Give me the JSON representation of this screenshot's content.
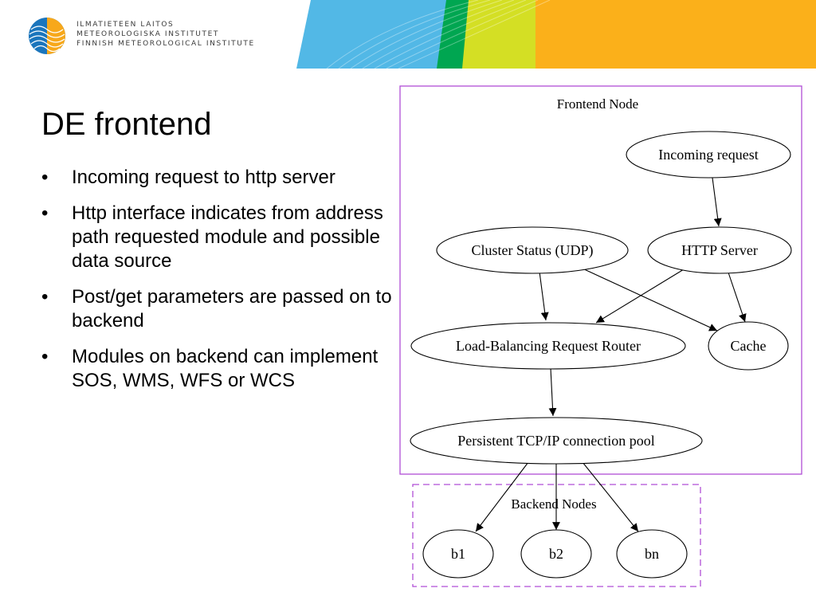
{
  "header": {
    "logo_lines": [
      "ILMATIETEEN LAITOS",
      "METEOROLOGISKA INSTITUTET",
      "FINNISH METEOROLOGICAL INSTITUTE"
    ],
    "band_colors": [
      "#52b8e6",
      "#00a651",
      "#d4df24",
      "#fbb01a"
    ]
  },
  "slide": {
    "title": "DE frontend",
    "bullets": [
      "Incoming request to http server",
      "Http interface indicates from address path requested module and possible data source",
      "Post/get parameters are passed on to backend",
      "Modules  on backend can implement SOS, WMS, WFS or WCS"
    ]
  },
  "diagram": {
    "frontend_cluster_label": "Frontend Node",
    "backend_cluster_label": "Backend Nodes",
    "cluster_color": "#b04ed6",
    "nodes": {
      "incoming": "Incoming request",
      "http": "HTTP Server",
      "cluster_status": "Cluster Status (UDP)",
      "lb_router": "Load-Balancing Request Router",
      "cache": "Cache",
      "pool": "Persistent TCP/IP connection pool",
      "b1": "b1",
      "b2": "b2",
      "bn": "bn"
    },
    "edges": [
      [
        "incoming",
        "http"
      ],
      [
        "cluster_status",
        "lb_router"
      ],
      [
        "cluster_status",
        "cache"
      ],
      [
        "http",
        "lb_router"
      ],
      [
        "http",
        "cache"
      ],
      [
        "lb_router",
        "pool"
      ],
      [
        "pool",
        "b1"
      ],
      [
        "pool",
        "b2"
      ],
      [
        "pool",
        "bn"
      ]
    ]
  }
}
